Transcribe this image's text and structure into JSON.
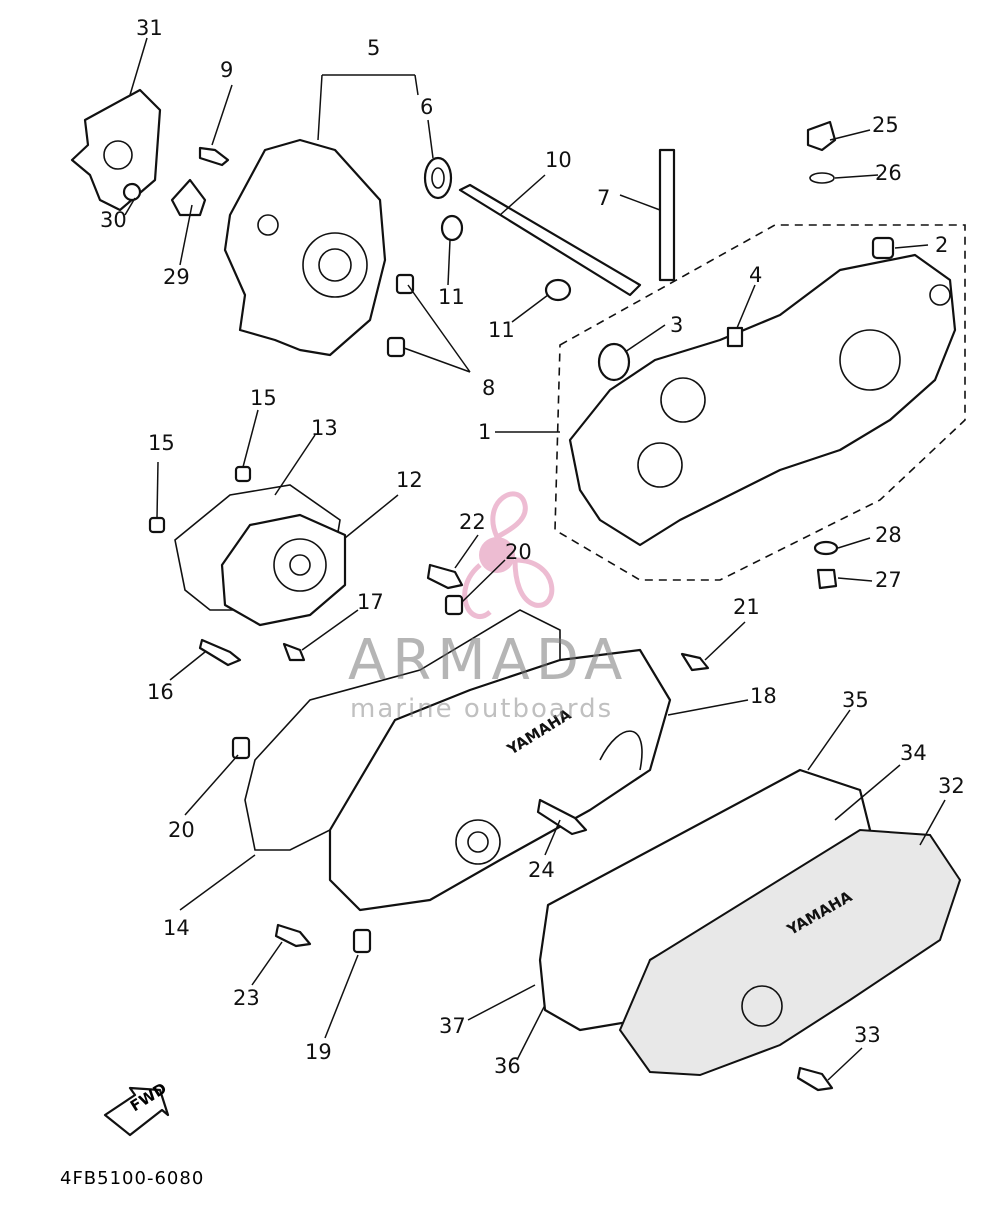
{
  "diagram": {
    "drawing_code": "4FB5100-6080",
    "fwd_label": "FWD",
    "brand_on_covers": "YAMAHA",
    "watermark": {
      "name": "ARMADA",
      "tagline": "marine outboards",
      "logo_color": "#e8a6c4"
    },
    "callouts": [
      "1",
      "2",
      "3",
      "4",
      "5",
      "6",
      "7",
      "8",
      "9",
      "10",
      "11",
      "11",
      "12",
      "13",
      "14",
      "15",
      "15",
      "16",
      "17",
      "18",
      "19",
      "20",
      "20",
      "21",
      "22",
      "23",
      "24",
      "25",
      "26",
      "27",
      "28",
      "29",
      "30",
      "31",
      "32",
      "33",
      "34",
      "35",
      "36",
      "37"
    ]
  }
}
